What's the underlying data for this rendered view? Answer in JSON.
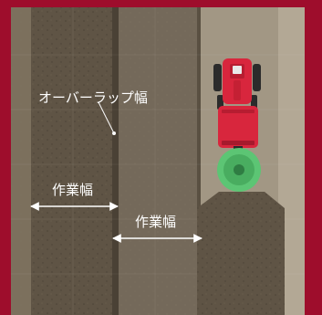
{
  "labels": {
    "overlap_width": "オーバーラップ幅",
    "work_width_1": "作業幅",
    "work_width_2": "作業幅"
  },
  "colors": {
    "frame": "#9e0d2c",
    "tilled_soil": "#5f5445",
    "untilled_soil": "#8f8370",
    "fresh_field": "#a29784",
    "tractor_body": "#d8263d",
    "sensor": "#5cc574",
    "arrow": "#ffffff"
  },
  "icons": {
    "tractor": "tractor-icon",
    "sensor": "gps-sensor-icon"
  }
}
